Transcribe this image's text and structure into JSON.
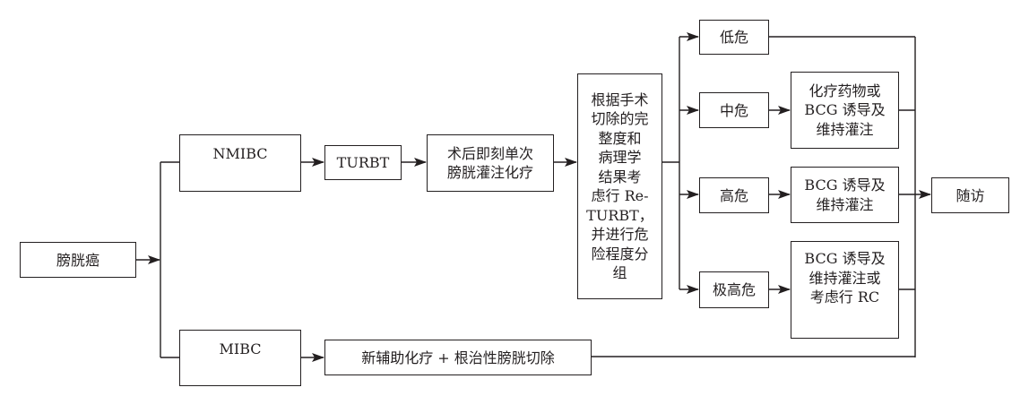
{
  "diagram": {
    "colors": {
      "line": "#231f20",
      "background": "#ffffff"
    },
    "nodes": {
      "bladder_cancer": "膀胱癌",
      "nmibc": "NMIBC",
      "mibc": "MIBC",
      "turbt": "TURBT",
      "post_op_instillation": "术后即刻单次\n膀胱灌注化疗",
      "risk_grouping": "根据手术\n切除的完\n整度和\n病理学\n结果考\n虑行 Re-\nTURBT，\n并进行危\n险程度分\n组",
      "low_risk": "低危",
      "intermediate_risk": "中危",
      "high_risk": "高危",
      "very_high_risk": "极高危",
      "intermediate_treatment": "化疗药物或\nBCG 诱导及\n维持灌注",
      "high_treatment": "BCG 诱导及\n维持灌注",
      "very_high_treatment": "BCG 诱导及\n维持灌注或\n考虑行 RC",
      "neoadjuvant_cystectomy": "新辅助化疗 + 根治性膀胱切除",
      "follow_up": "随访"
    }
  }
}
